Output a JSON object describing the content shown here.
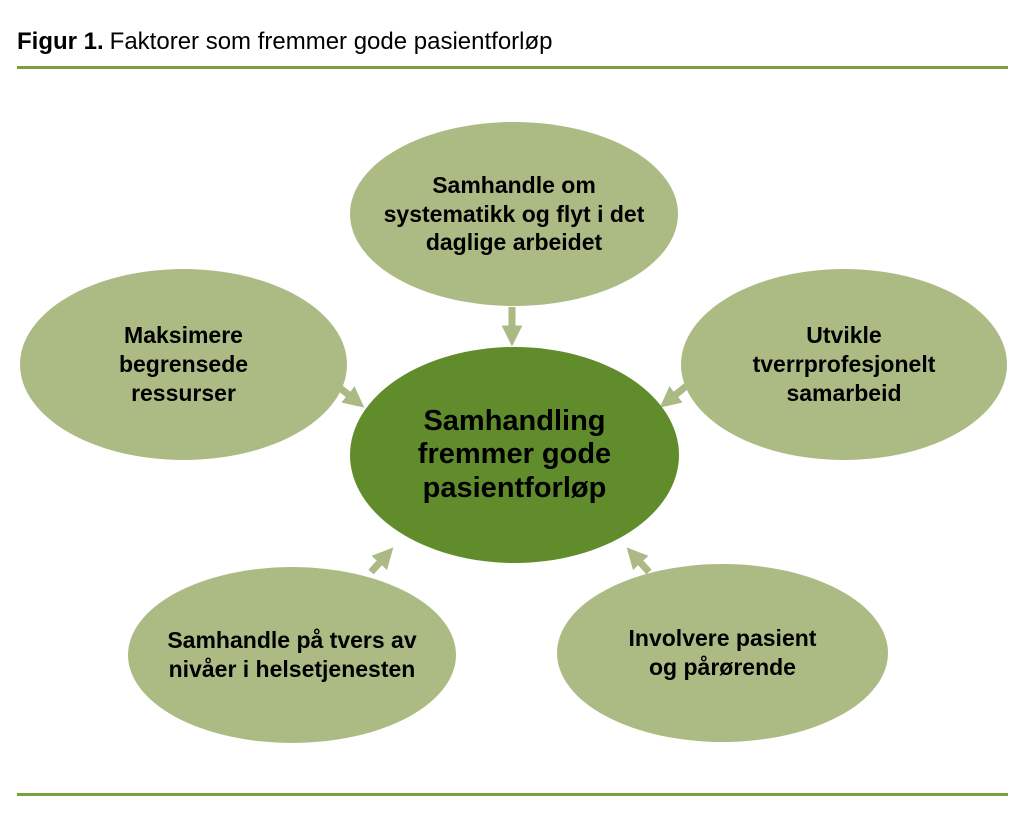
{
  "title": {
    "prefix": "Figur 1.",
    "text": "Faktorer som fremmer gode pasientforløp"
  },
  "diagram": {
    "center": {
      "label": "Samhandling\nfremmer gode\npasientforløp"
    },
    "factors": [
      {
        "position": "top",
        "label": "Samhandle om\nsystematikk og flyt i det\ndaglige arbeidet"
      },
      {
        "position": "left",
        "label": "Maksimere\nbegrensede\nressurser"
      },
      {
        "position": "right",
        "label": "Utvikle\ntverrprofesjonelt\nsamarbeid"
      },
      {
        "position": "bottom-left",
        "label": "Samhandle på tvers av\nnivåer i helsetjenesten"
      },
      {
        "position": "bottom-right",
        "label": "Involvere pasient\nog pårørende"
      }
    ],
    "arrows": [
      "top-to-center",
      "left-to-center",
      "right-to-center",
      "bottom-left-to-center",
      "bottom-right-to-center"
    ]
  },
  "colors": {
    "outer": "#acbb83",
    "center": "#618c2c",
    "arrow": "#abba84",
    "rule": "#7aa03d",
    "text": "#000000",
    "bg": "#ffffff"
  }
}
